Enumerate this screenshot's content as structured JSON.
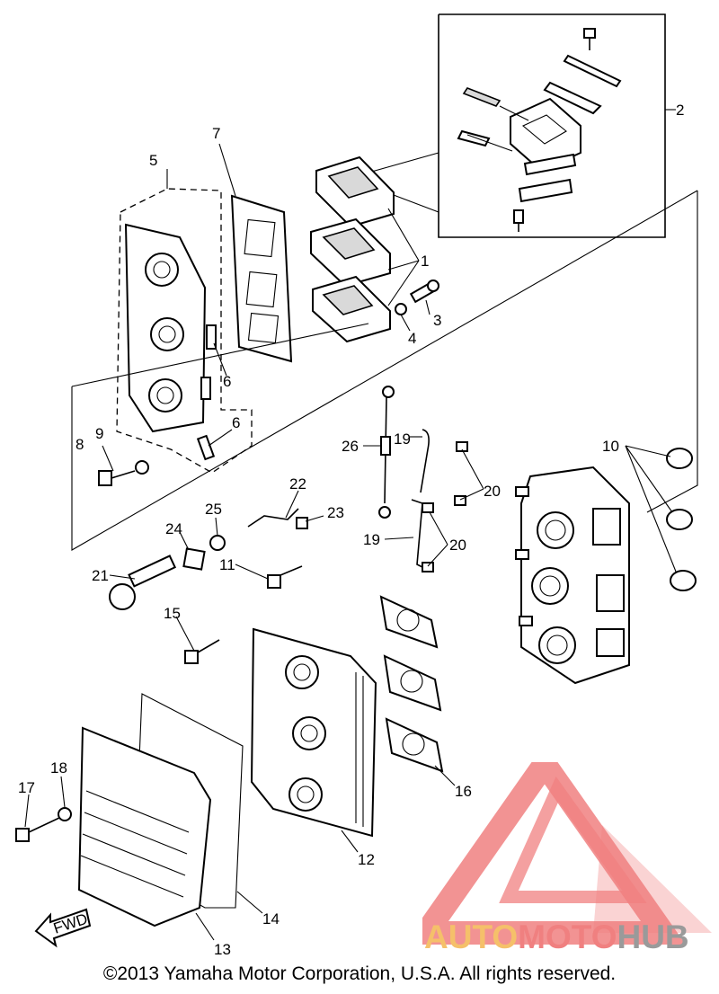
{
  "callouts": [
    "1",
    "2",
    "3",
    "4",
    "5",
    "6",
    "6",
    "7",
    "8",
    "9",
    "10",
    "11",
    "12",
    "13",
    "14",
    "15",
    "16",
    "17",
    "18",
    "19",
    "19",
    "20",
    "20",
    "21",
    "22",
    "23",
    "24",
    "25",
    "26"
  ],
  "fwd_label": "FWD",
  "copyright": "©2013 Yamaha Motor Corporation, U.S.A. All rights reserved.",
  "watermark": {
    "part1": "AUTO",
    "part2": "MOTO",
    "part3": "HUB"
  },
  "colors": {
    "watermark_red": "#f08080",
    "watermark_orange": "#f5c06a",
    "watermark_gray": "#9a9a9a"
  }
}
